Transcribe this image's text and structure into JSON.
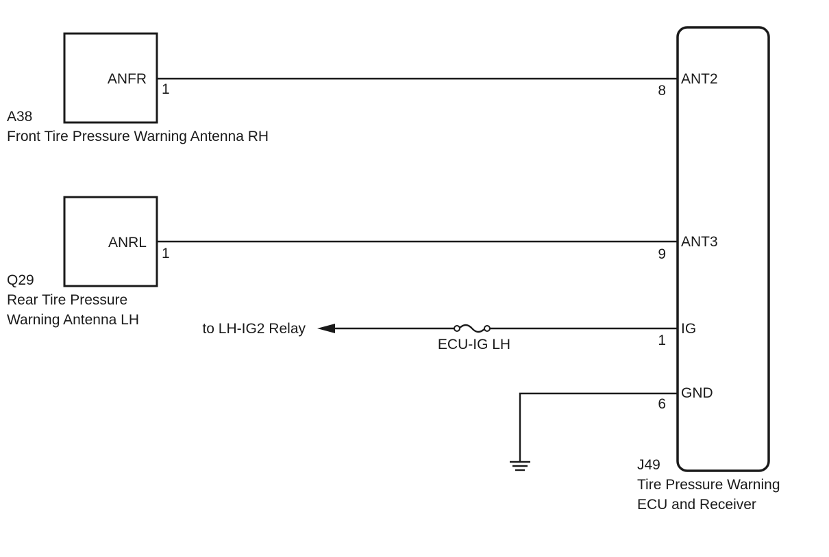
{
  "components": {
    "a38": {
      "pin_name": "ANFR",
      "pin_number": "1",
      "code": "A38",
      "name": "Front Tire Pressure Warning Antenna RH"
    },
    "q29": {
      "pin_name": "ANRL",
      "pin_number": "1",
      "code": "Q29",
      "name_line1": "Rear Tire Pressure",
      "name_line2": "Warning Antenna LH"
    },
    "j49": {
      "code": "J49",
      "name_line1": "Tire Pressure Warning",
      "name_line2": "ECU and Receiver",
      "pins": [
        {
          "name": "ANT2",
          "number": "8"
        },
        {
          "name": "ANT3",
          "number": "9"
        },
        {
          "name": "IG",
          "number": "1"
        },
        {
          "name": "GND",
          "number": "6"
        }
      ]
    }
  },
  "power": {
    "destination": "to LH-IG2 Relay",
    "fuse": "ECU-IG LH"
  }
}
